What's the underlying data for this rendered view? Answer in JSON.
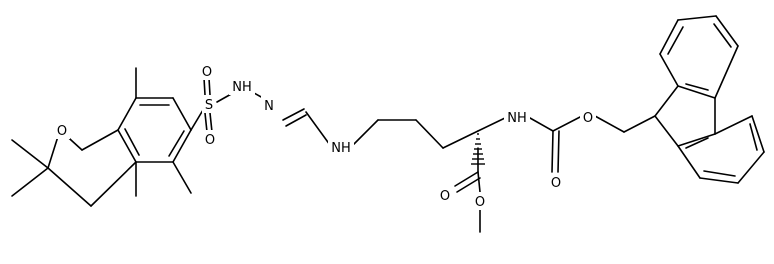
{
  "molecule": {
    "atom_labels": {
      "o_furan": "O",
      "s": "S",
      "o_s_top": "O",
      "o_s_bottom": "O",
      "nh_sulfonyl": "NH",
      "n_hydrazone": "N",
      "nh_amidine": "NH",
      "nh_carbamate": "NH",
      "o_carbonyl_carbamate": "O",
      "o_ether_carbamate": "O",
      "o_carbonyl_ester": "O",
      "o_ether_ester": "O"
    },
    "colors": {
      "bond": "#000000",
      "label": "#000000",
      "background": "#ffffff"
    }
  }
}
